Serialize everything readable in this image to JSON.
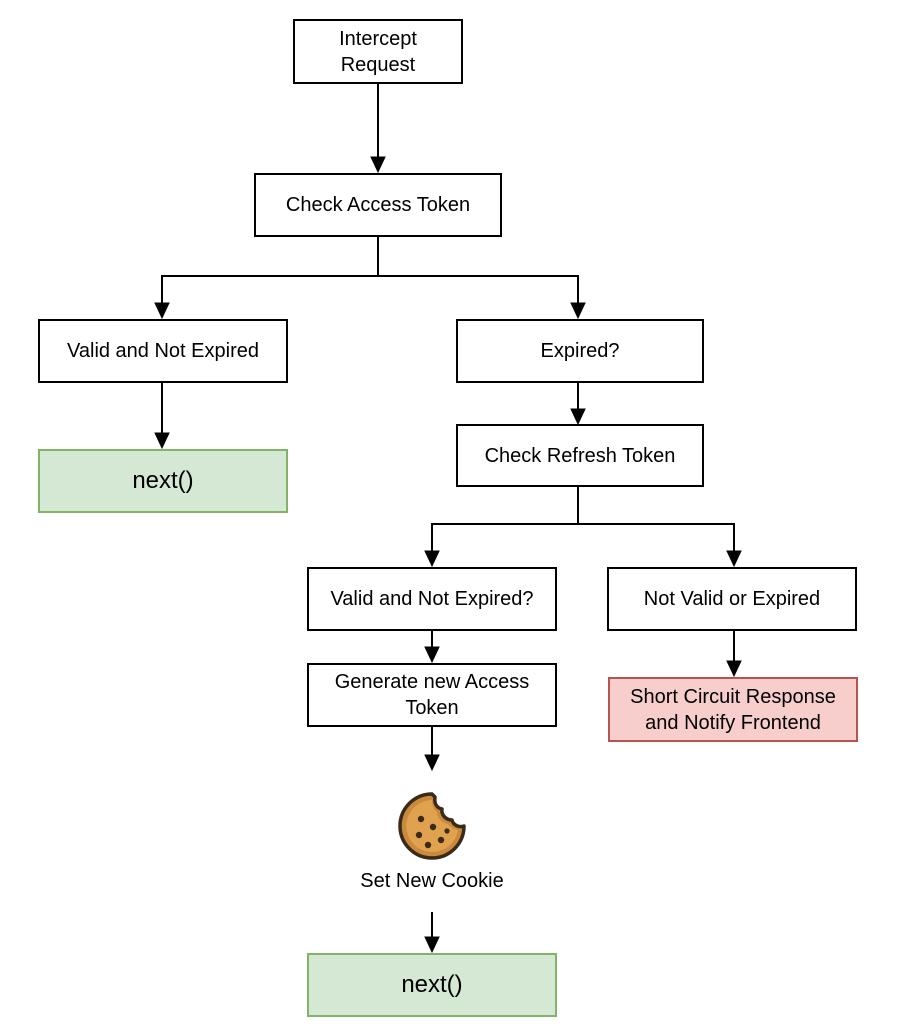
{
  "nodes": {
    "intercept": "Intercept\nRequest",
    "check_access": "Check Access Token",
    "valid_not_expired": "Valid and Not Expired",
    "next_left": "next()",
    "expired": "Expired?",
    "check_refresh": "Check Refresh Token",
    "refresh_valid": "Valid and Not Expired?",
    "refresh_invalid": "Not Valid or Expired",
    "generate_access": "Generate new Access\nToken",
    "short_circuit": "Short Circuit Response\nand Notify Frontend",
    "next_bottom": "next()"
  },
  "cookie_label": "Set New Cookie",
  "icons": {
    "cookie": "cookie-icon"
  },
  "colors": {
    "success_fill": "#d5e8d4",
    "success_stroke": "#82b366",
    "error_fill": "#f8cecc",
    "error_stroke": "#b85450",
    "cookie": "#c98a3e"
  }
}
